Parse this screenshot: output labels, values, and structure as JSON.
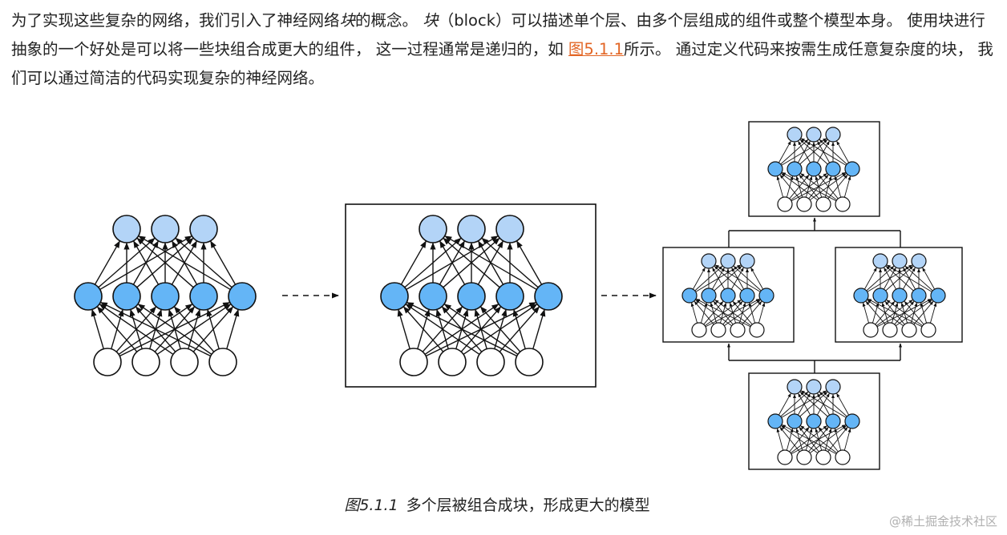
{
  "paragraph": {
    "s1": "为了实现这些复杂的网络，我们引入了神经网络",
    "block_term": "块",
    "s2": "的概念。 ",
    "block_term2": "块",
    "s3": "（block）可以描述单个层、由多个层组成的组件或整个模型本身。 使用块进行抽象的一个好处是可以将一些块组合成更大的组件， 这一过程通常是递归的，如 ",
    "figure_link": "图5.1.1",
    "s4": "所示。 通过定义代码来按需生成任意复杂度的块， 我们可以通过简洁的代码实现复杂的神经网络。"
  },
  "figure": {
    "caption_number": "图5.1.1",
    "caption_text": "多个层被组合成块，形成更大的模型"
  },
  "network": {
    "layers": [
      4,
      5,
      3
    ],
    "colors": {
      "input": "#ffffff",
      "hidden": "#64b5f6",
      "output": "#b3d4f7",
      "stroke": "#111111"
    }
  },
  "watermark": "@稀土掘金技术社区"
}
